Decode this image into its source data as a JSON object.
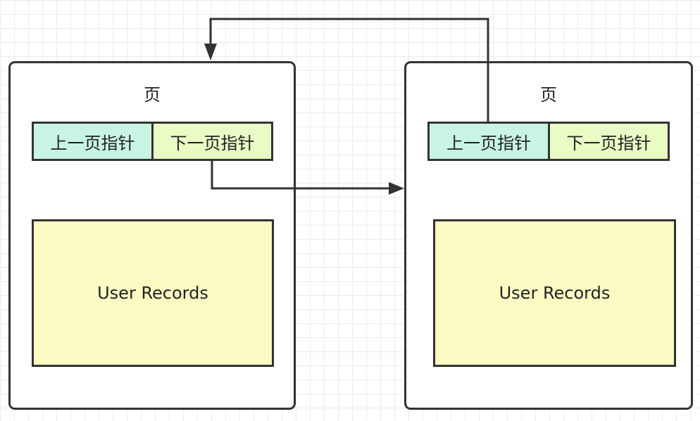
{
  "colors": {
    "prev_pointer_fill": "#c8f5e3",
    "next_pointer_fill": "#eafcc5",
    "records_fill": "#fbfcc3",
    "border": "#333333"
  },
  "pages": [
    {
      "title": "页",
      "prev_pointer_label": "上一页指针",
      "next_pointer_label": "下一页指针",
      "records_label": "User Records"
    },
    {
      "title": "页",
      "prev_pointer_label": "上一页指针",
      "next_pointer_label": "下一页指针",
      "records_label": "User Records"
    }
  ]
}
